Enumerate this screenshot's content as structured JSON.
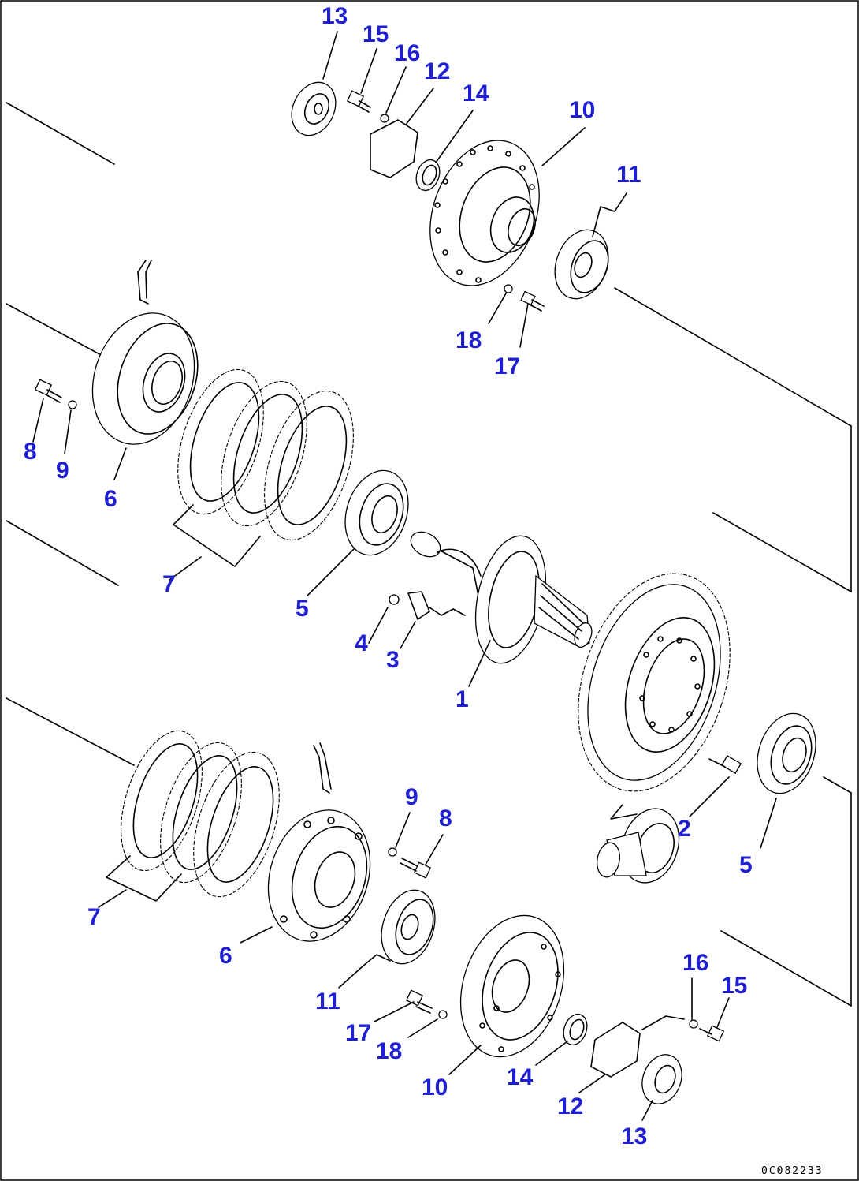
{
  "diagram": {
    "callouts": [
      {
        "id": "c13a",
        "text": "13"
      },
      {
        "id": "c15a",
        "text": "15"
      },
      {
        "id": "c16a",
        "text": "16"
      },
      {
        "id": "c12a",
        "text": "12"
      },
      {
        "id": "c14a",
        "text": "14"
      },
      {
        "id": "c10a",
        "text": "10"
      },
      {
        "id": "c11a",
        "text": "11"
      },
      {
        "id": "c18a",
        "text": "18"
      },
      {
        "id": "c17a",
        "text": "17"
      },
      {
        "id": "c8a",
        "text": "8"
      },
      {
        "id": "c9a",
        "text": "9"
      },
      {
        "id": "c6a",
        "text": "6"
      },
      {
        "id": "c7a",
        "text": "7"
      },
      {
        "id": "c5a",
        "text": "5"
      },
      {
        "id": "c4",
        "text": "4"
      },
      {
        "id": "c3",
        "text": "3"
      },
      {
        "id": "c1",
        "text": "1"
      },
      {
        "id": "c2",
        "text": "2"
      },
      {
        "id": "c5b",
        "text": "5"
      },
      {
        "id": "c9b",
        "text": "9"
      },
      {
        "id": "c8b",
        "text": "8"
      },
      {
        "id": "c7b",
        "text": "7"
      },
      {
        "id": "c6b",
        "text": "6"
      },
      {
        "id": "c11b",
        "text": "11"
      },
      {
        "id": "c17b",
        "text": "17"
      },
      {
        "id": "c18b",
        "text": "18"
      },
      {
        "id": "c10b",
        "text": "10"
      },
      {
        "id": "c14b",
        "text": "14"
      },
      {
        "id": "c16b",
        "text": "16"
      },
      {
        "id": "c15b",
        "text": "15"
      },
      {
        "id": "c12b",
        "text": "12"
      },
      {
        "id": "c13b",
        "text": "13"
      }
    ],
    "drawing_code": "0C082233",
    "colors": {
      "callout": "#1e1ed2",
      "line": "#000000",
      "background": "#ffffff"
    }
  }
}
